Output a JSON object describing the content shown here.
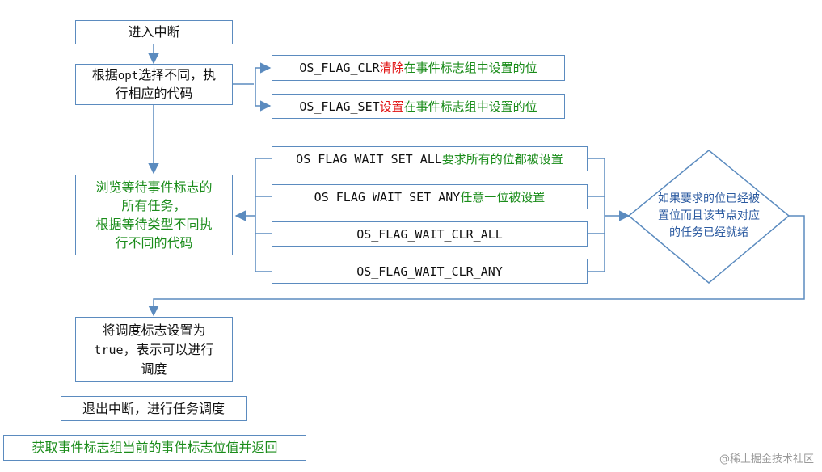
{
  "nodes": {
    "enter": "进入中断",
    "select_line1_pre": "根据",
    "select_line1_code": "opt",
    "select_line1_post": "选择不同，执",
    "select_line2": "行相应的代码",
    "clr_code": "OS_FLAG_CLR",
    "clr_verb": "清除",
    "clr_rest": "在事件标志组中设置的位",
    "set_code": "OS_FLAG_SET",
    "set_verb": "设置",
    "set_rest": "在事件标志组中设置的位",
    "browse_line1": "浏览等待事件标志的",
    "browse_line2": "所有任务，",
    "browse_line3": "根据等待类型不同执",
    "browse_line4": "行不同的代码",
    "wait_set_all_code": "OS_FLAG_WAIT_SET_ALL",
    "wait_set_all_text": "要求所有的位都被设置",
    "wait_set_any_code": "OS_FLAG_WAIT_SET_ANY",
    "wait_set_any_text": "任意一位被设置",
    "wait_clr_all": "OS_FLAG_WAIT_CLR_ALL",
    "wait_clr_any": "OS_FLAG_WAIT_CLR_ANY",
    "decision_line1": "如果要求的位已经被",
    "decision_line2": "置位而且该节点对应",
    "decision_line3": "的任务已经就绪",
    "sched_line1": "将调度标志设置为",
    "sched_line2_code": "true",
    "sched_line2_rest": "，表示可以进行",
    "sched_line3": "调度",
    "exit": "退出中断，进行任务调度",
    "result": "获取事件标志组当前的事件标志位值并返回"
  },
  "watermark": "@稀土掘金技术社区",
  "colors": {
    "border": "#5b8bbf",
    "line": "#5b8bbf",
    "green_text": "#1a8c1a",
    "red_text": "#e01010",
    "blue_text": "#2b5aa0"
  }
}
